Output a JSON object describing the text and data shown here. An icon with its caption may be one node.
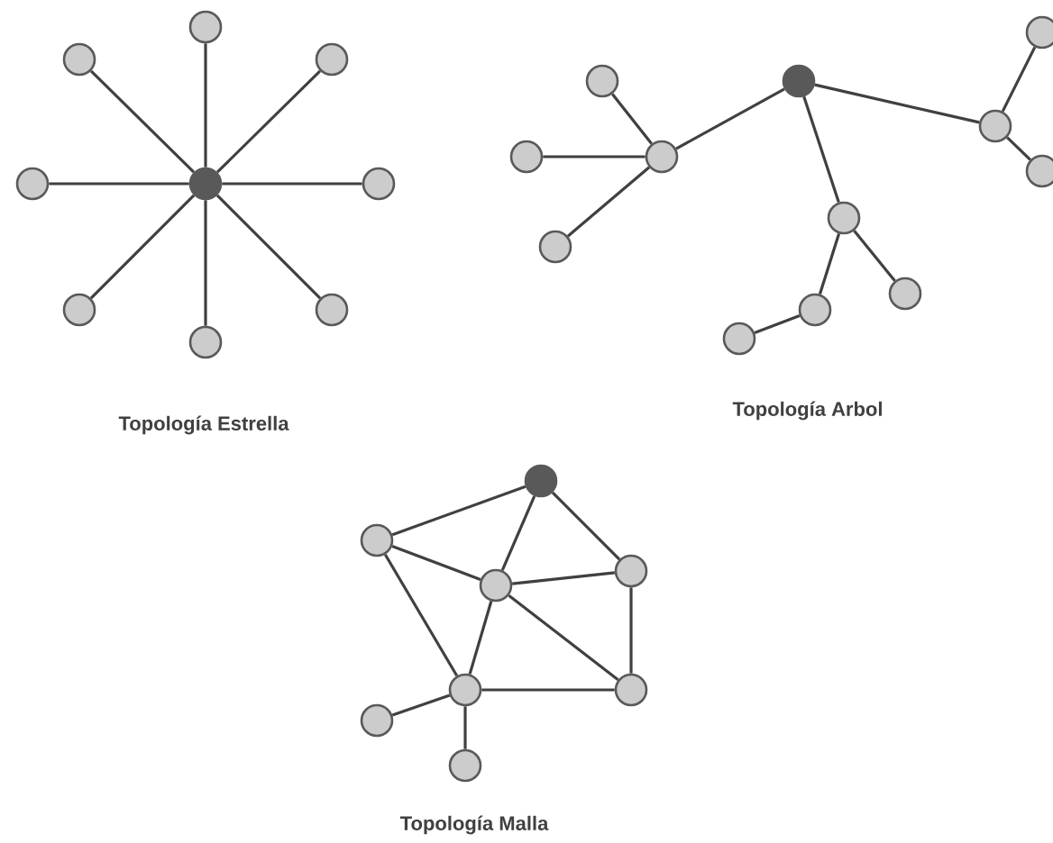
{
  "diagram": {
    "nodes": [
      {
        "text": [],
        "shape": "circle"
      },
      {
        "text": [],
        "shape": "circle"
      },
      {
        "text": [],
        "shape": "circle"
      },
      {
        "text": [],
        "shape": "circle"
      },
      {
        "text": [],
        "shape": "circle"
      },
      {
        "text": [],
        "shape": "circle"
      },
      {
        "text": [],
        "shape": "circle"
      },
      {
        "text": [],
        "shape": "circle"
      },
      {
        "text": [],
        "shape": "circle"
      },
      {
        "text": [],
        "shape": "circle"
      },
      {
        "text": [],
        "shape": "circle"
      },
      {
        "text": [],
        "shape": "circle"
      },
      {
        "text": [],
        "shape": "circle"
      },
      {
        "text": [],
        "shape": "circle"
      },
      {
        "text": [],
        "shape": "circle"
      },
      {
        "text": [],
        "shape": "circle"
      },
      {
        "text": [],
        "shape": "circle"
      },
      {
        "text": [],
        "shape": "circle"
      },
      {
        "text": [],
        "shape": "circle"
      },
      {
        "text": [],
        "shape": "circle"
      },
      {
        "text": [],
        "shape": "circle"
      },
      {
        "text": [],
        "shape": "circle"
      },
      {
        "text": [],
        "shape": "circle"
      },
      {
        "text": [],
        "shape": "circle"
      },
      {
        "text": [],
        "shape": "circle"
      },
      {
        "text": [],
        "shape": "circle"
      },
      {
        "text": [],
        "shape": "circle"
      },
      {
        "text": [],
        "shape": "circle"
      },
      {
        "text": [],
        "shape": "circle"
      }
    ],
    "edges": [
      {
        "from": 0,
        "to": 1,
        "arrow": "none"
      },
      {
        "from": 0,
        "to": 2,
        "arrow": "none"
      },
      {
        "from": 0,
        "to": 3,
        "arrow": "none"
      },
      {
        "from": 0,
        "to": 4,
        "arrow": "none"
      },
      {
        "from": 0,
        "to": 5,
        "arrow": "none"
      },
      {
        "from": 0,
        "to": 6,
        "arrow": "none"
      },
      {
        "from": 0,
        "to": 7,
        "arrow": "none"
      },
      {
        "from": 0,
        "to": 8,
        "arrow": "none"
      },
      {
        "from": 9,
        "to": 10,
        "arrow": "none"
      },
      {
        "from": 9,
        "to": 14,
        "arrow": "none"
      },
      {
        "from": 9,
        "to": 17,
        "arrow": "none"
      },
      {
        "from": 10,
        "to": 11,
        "arrow": "none"
      },
      {
        "from": 10,
        "to": 12,
        "arrow": "none"
      },
      {
        "from": 10,
        "to": 13,
        "arrow": "none"
      },
      {
        "from": 14,
        "to": 15,
        "arrow": "none"
      },
      {
        "from": 14,
        "to": 16,
        "arrow": "none"
      },
      {
        "from": 17,
        "to": 18,
        "arrow": "none"
      },
      {
        "from": 17,
        "to": 19,
        "arrow": "none"
      },
      {
        "from": 19,
        "to": 20,
        "arrow": "none"
      },
      {
        "from": 21,
        "to": 22,
        "arrow": "none"
      },
      {
        "from": 21,
        "to": 23,
        "arrow": "none"
      },
      {
        "from": 21,
        "to": 24,
        "arrow": "none"
      },
      {
        "from": 22,
        "to": 23,
        "arrow": "none"
      },
      {
        "from": 22,
        "to": 25,
        "arrow": "none"
      },
      {
        "from": 23,
        "to": 24,
        "arrow": "none"
      },
      {
        "from": 23,
        "to": 25,
        "arrow": "none"
      },
      {
        "from": 23,
        "to": 26,
        "arrow": "none"
      },
      {
        "from": 24,
        "to": 26,
        "arrow": "none"
      },
      {
        "from": 25,
        "to": 26,
        "arrow": "none"
      },
      {
        "from": 25,
        "to": 27,
        "arrow": "none"
      },
      {
        "from": 25,
        "to": 28,
        "arrow": "none"
      }
    ],
    "labels": [
      "Topología Estrella",
      "Topología Arbol",
      "Topología Malla"
    ]
  }
}
